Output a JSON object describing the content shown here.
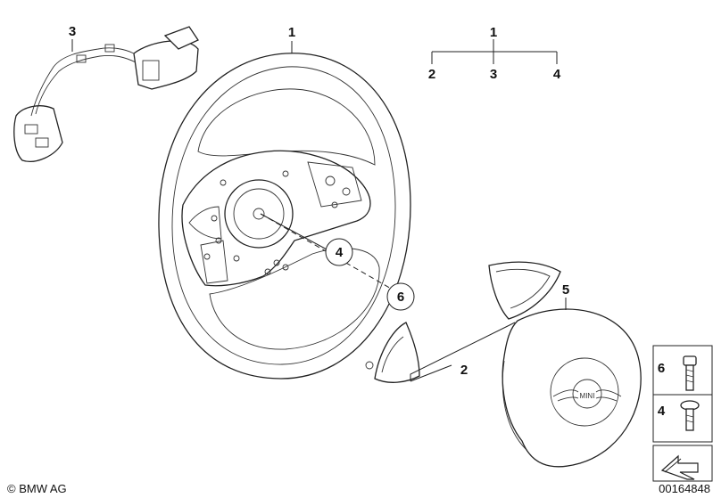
{
  "callouts": {
    "wheel": "1",
    "harness": "3",
    "group_head": "1",
    "group_a": "2",
    "group_b": "3",
    "group_c": "4",
    "circle_4": "4",
    "circle_6": "6",
    "covers": "2",
    "airbag": "5"
  },
  "fasteners": {
    "screw_6": "6",
    "screw_4": "4"
  },
  "footer": {
    "copyright": "© BMW AG",
    "diagram_number": "00164848"
  },
  "logo": {
    "text": "MINI"
  },
  "icons": [
    "steering-wheel",
    "wiring-harness",
    "airbag-module",
    "trim-cover",
    "screw",
    "arrow-sign"
  ]
}
